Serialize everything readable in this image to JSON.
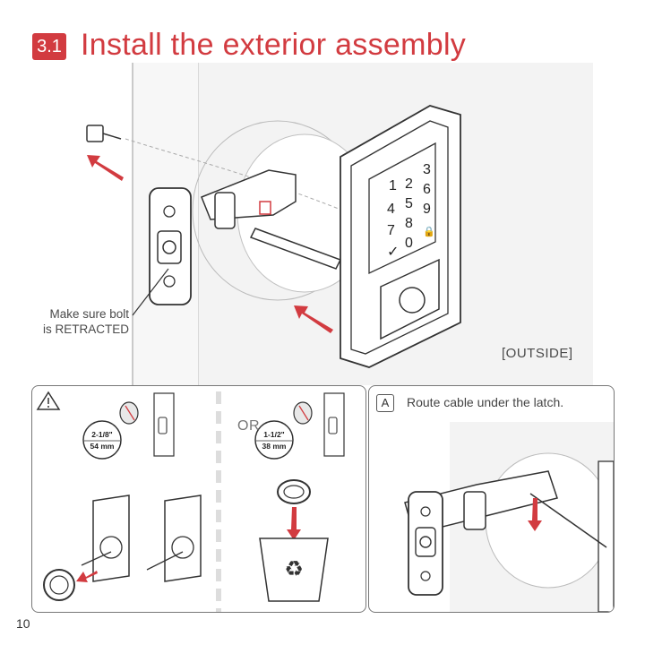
{
  "header": {
    "step_number": "3.1",
    "title": "Install the exterior assembly"
  },
  "main": {
    "callout": "Make sure bolt is RETRACTED",
    "callout_line1": "Make sure bolt",
    "callout_line2": "is RETRACTED",
    "outside_label": "[OUTSIDE]",
    "keypad_keys": [
      "1",
      "3",
      "2",
      "5",
      "6",
      "4",
      "8",
      "9",
      "7",
      "0",
      "✓",
      "🔒"
    ]
  },
  "left_panel": {
    "warning_icon": "warning-triangle-icon",
    "or_text": "OR",
    "option_a": {
      "size_in": "2-1/8\"",
      "size_mm": "54 mm"
    },
    "option_b": {
      "size_in": "1-1/2\"",
      "size_mm": "38 mm"
    },
    "recycle_icon": "recycle-icon"
  },
  "right_panel": {
    "badge": "A",
    "instruction": "Route cable under the latch."
  },
  "footer": {
    "page_number": "10"
  },
  "colors": {
    "accent": "#d23b40",
    "line": "#333333",
    "light_line": "#b0b0b0",
    "shade": "#f2f2f2"
  }
}
